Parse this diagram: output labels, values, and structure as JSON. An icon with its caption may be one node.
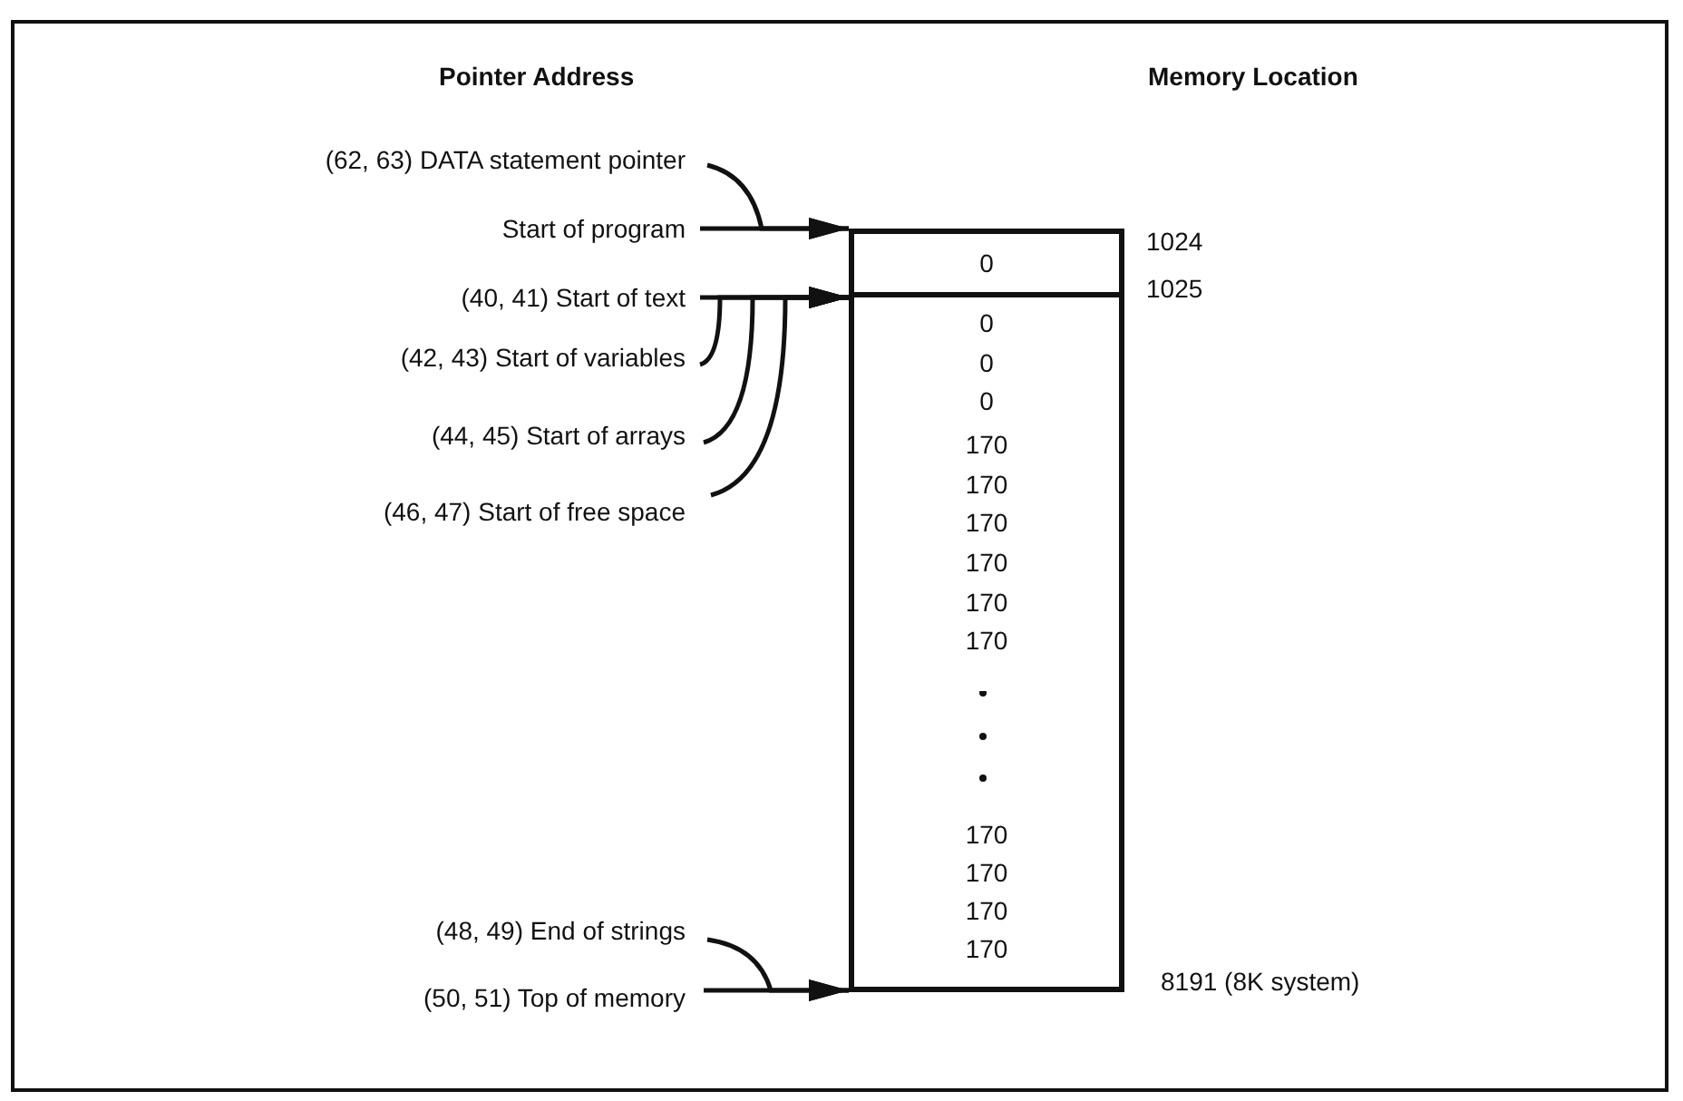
{
  "diagram": {
    "nodes": [
      {
        "text": [
          "(62, 63) DATA statement pointer"
        ]
      },
      {
        "text": [
          "Start of program"
        ]
      },
      {
        "text": [
          "(40, 41) Start of text"
        ]
      },
      {
        "text": [
          "(42, 43) Start of variables"
        ]
      },
      {
        "text": [
          "(44, 45) Start of arrays"
        ]
      },
      {
        "text": [
          "(46, 47) Start of free space"
        ]
      },
      {
        "text": [
          "(48, 49) End of strings"
        ]
      },
      {
        "text": [
          "(50, 51) Top of memory"
        ]
      },
      {
        "text": [
          "0"
        ]
      },
      {
        "text": [
          "0",
          "0",
          "0",
          "170",
          "170",
          "170",
          "170",
          "170",
          "170",
          "170",
          "170",
          "170",
          "170"
        ]
      }
    ],
    "edges": [
      {
        "from": 0,
        "to": 8,
        "arrow": "to"
      },
      {
        "from": 1,
        "to": 8,
        "arrow": "to"
      },
      {
        "from": 2,
        "to": 9,
        "arrow": "to"
      },
      {
        "from": 3,
        "to": 9,
        "arrow": "to"
      },
      {
        "from": 4,
        "to": 9,
        "arrow": "to"
      },
      {
        "from": 5,
        "to": 9,
        "arrow": "to"
      },
      {
        "from": 6,
        "to": 9,
        "arrow": "to"
      },
      {
        "from": 7,
        "to": 9,
        "arrow": "to"
      }
    ],
    "labels": [
      "Pointer Address",
      "Memory Location",
      "1024",
      "1025",
      "8191 (8K system)"
    ]
  }
}
